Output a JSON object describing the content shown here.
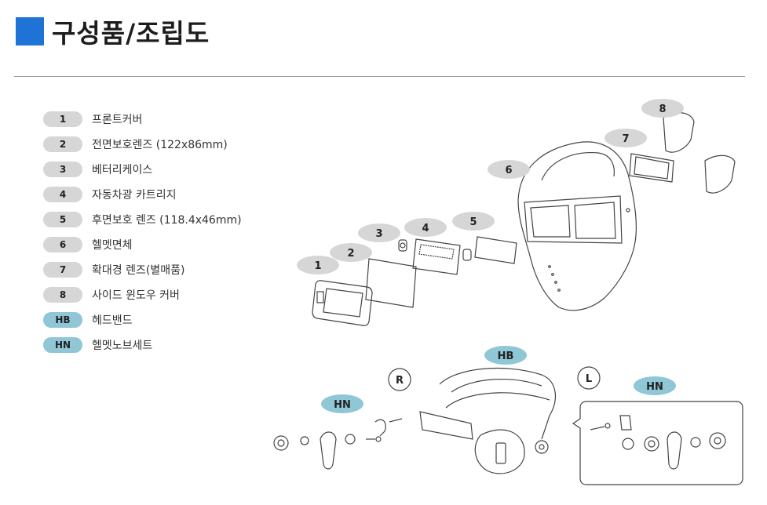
{
  "title": "구성품/조립도",
  "accent_color": "#1f73d6",
  "legend": [
    {
      "badge": "1",
      "text": "프론트커버",
      "color": "gray"
    },
    {
      "badge": "2",
      "text": "전면보호렌즈 (122x86mm)",
      "color": "gray"
    },
    {
      "badge": "3",
      "text": "베터리케이스",
      "color": "gray"
    },
    {
      "badge": "4",
      "text": "자동차광 카트리지",
      "color": "gray"
    },
    {
      "badge": "5",
      "text": "후면보호 렌즈 (118.4x46mm)",
      "color": "gray"
    },
    {
      "badge": "6",
      "text": "헬멧면체",
      "color": "gray"
    },
    {
      "badge": "7",
      "text": "확대경 렌즈(별매품)",
      "color": "gray"
    },
    {
      "badge": "8",
      "text": "사이드 윈도우 커버",
      "color": "gray"
    },
    {
      "badge": "HB",
      "text": "헤드밴드",
      "color": "blue"
    },
    {
      "badge": "HN",
      "text": "헬멧노브세트",
      "color": "blue"
    }
  ],
  "callouts": {
    "c1": "1",
    "c2": "2",
    "c3": "3",
    "c4": "4",
    "c5": "5",
    "c6": "6",
    "c7": "7",
    "c8": "8",
    "hb": "HB",
    "hn_left": "HN",
    "hn_right": "HN",
    "side_r": "R",
    "side_l": "L"
  }
}
